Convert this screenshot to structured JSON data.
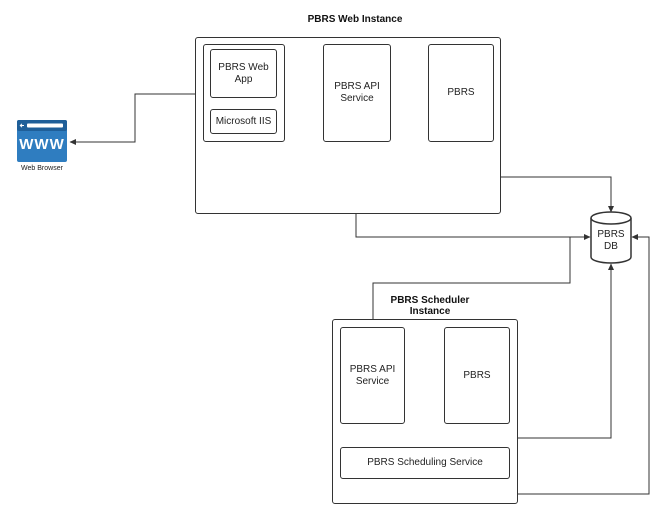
{
  "web_instance": {
    "title": "PBRS Web Instance",
    "web_app": "PBRS Web App",
    "iis": "Microsoft IIS",
    "api_service": "PBRS API Service",
    "pbrs": "PBRS"
  },
  "scheduler_instance": {
    "title": "PBRS Scheduler Instance",
    "api_service": "PBRS API Service",
    "pbrs": "PBRS",
    "scheduling_service": "PBRS Scheduling Service"
  },
  "database": {
    "label": "PBRS DB"
  },
  "browser": {
    "icon": "www-browser-icon",
    "icon_text": "WWW",
    "label": "Web Browser"
  },
  "colors": {
    "line": "#333333",
    "browser_blue": "#2f7dc0",
    "browser_dark": "#1f5f99"
  }
}
